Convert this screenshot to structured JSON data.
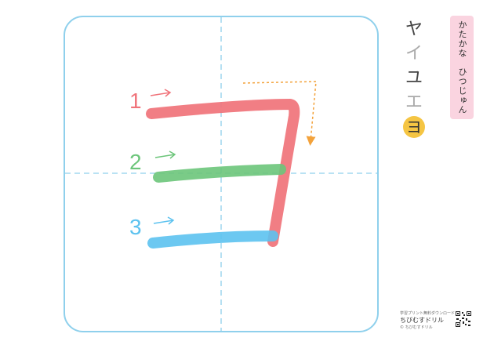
{
  "title": "かたかな　ひつじゅん",
  "kana_list": [
    {
      "char": "ヤ",
      "state": "normal"
    },
    {
      "char": "イ",
      "state": "light"
    },
    {
      "char": "ユ",
      "state": "normal"
    },
    {
      "char": "エ",
      "state": "light"
    },
    {
      "char": "ヨ",
      "state": "current"
    }
  ],
  "strokes": [
    {
      "number": "1",
      "color": "#f0737a"
    },
    {
      "number": "2",
      "color": "#6cc57a"
    },
    {
      "number": "3",
      "color": "#5cc2ef"
    }
  ],
  "colors": {
    "frame": "#8fd0ec",
    "guide": "#8fd0ec",
    "hint_arrow": "#f3a23b"
  },
  "footer": {
    "small_text": "学習プリント無料ダウンロード",
    "brand": "ちびむすドリル",
    "copyright": "© ちびむすドリル"
  }
}
